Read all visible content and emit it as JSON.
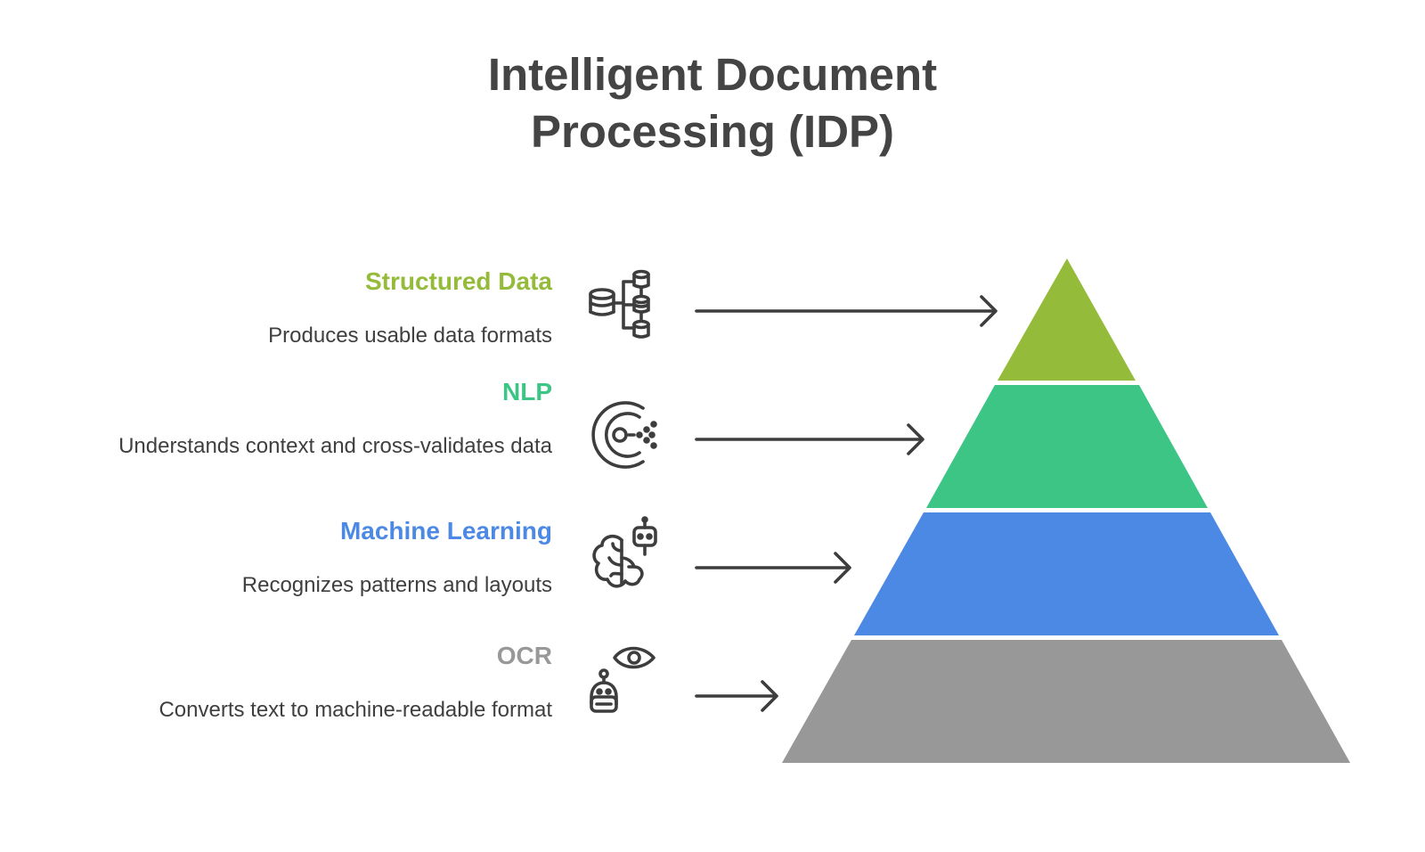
{
  "title": {
    "line1": "Intelligent Document",
    "line2": "Processing (IDP)"
  },
  "levels": [
    {
      "heading": "Structured Data",
      "description": "Produces usable data formats",
      "color": "#94bb3a",
      "icon": "database-hierarchy-icon"
    },
    {
      "heading": "NLP",
      "description": "Understands context and cross-validates data",
      "color": "#3dc585",
      "icon": "language-processing-icon"
    },
    {
      "heading": "Machine Learning",
      "description": "Recognizes patterns and layouts",
      "color": "#4c89e5",
      "icon": "brain-robot-icon"
    },
    {
      "heading": "OCR",
      "description": "Converts text to machine-readable format",
      "color": "#989898",
      "icon": "robot-eye-icon"
    }
  ]
}
